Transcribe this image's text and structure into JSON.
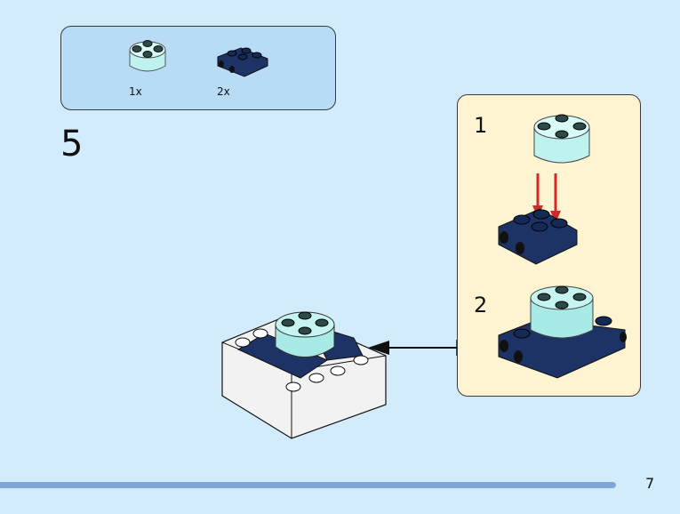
{
  "parts_list": {
    "items": [
      {
        "name": "trans-light-blue round brick 2x2",
        "qty": "1x",
        "color": "#a8ebe6"
      },
      {
        "name": "dark blue plate 2x2 with side studs",
        "qty": "2x",
        "color": "#1d3366"
      }
    ]
  },
  "step": {
    "number": "5"
  },
  "substeps": [
    {
      "number": "1"
    },
    {
      "number": "2"
    }
  ],
  "colors": {
    "background": "#d3ecfb",
    "parts_box": "#b8dcf5",
    "callout": "#fff4d2",
    "bar": "#80a6d6",
    "arrow_red": "#d22828"
  },
  "footer": {
    "page_number": "7"
  }
}
